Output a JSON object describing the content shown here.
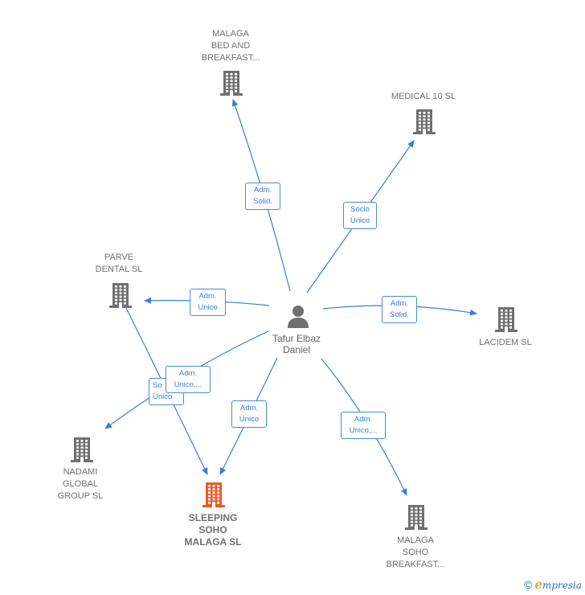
{
  "center": {
    "name_line1": "Tafur Elbaz",
    "name_line2": "Daniel"
  },
  "companies": {
    "malaga_bed": {
      "lines": [
        "MALAGA",
        "BED AND",
        "BREAKFAST..."
      ],
      "focus": false
    },
    "medical": {
      "lines": [
        "MEDICAL 10 SL"
      ],
      "focus": false
    },
    "parve": {
      "lines": [
        "PARVE",
        "DENTAL  SL"
      ],
      "focus": false
    },
    "lacidem": {
      "lines": [
        "LACIDEM  SL"
      ],
      "focus": false
    },
    "nadami": {
      "lines": [
        "NADAMI",
        "GLOBAL",
        "GROUP  SL"
      ],
      "focus": false
    },
    "sleeping": {
      "lines": [
        "SLEEPING",
        "SOHO",
        "MALAGA  SL"
      ],
      "focus": true
    },
    "malaga_soho": {
      "lines": [
        "MALAGA",
        "SOHO",
        "BREAKFAST..."
      ],
      "focus": false
    }
  },
  "edges": {
    "malaga_bed": [
      "Adm.",
      "Solid."
    ],
    "medical": [
      "Socio",
      "Único"
    ],
    "parve": [
      "Adm.",
      "Unico"
    ],
    "lacidem": [
      "Adm.",
      "Solid."
    ],
    "nadami": [
      "So",
      "Unico"
    ],
    "sleeping_top": [
      "Adm.",
      "Unico,..."
    ],
    "sleeping": [
      "Adm.",
      "Unico"
    ],
    "malaga_soho": [
      "Adm.",
      "Unico,..."
    ]
  },
  "colors": {
    "line": "#3b7dd8",
    "building": "#707070",
    "building_focus": "#f05a28",
    "person": "#707070"
  },
  "footer": {
    "copyright": "©",
    "brand_initial": "e",
    "brand_rest": "mpresia"
  }
}
